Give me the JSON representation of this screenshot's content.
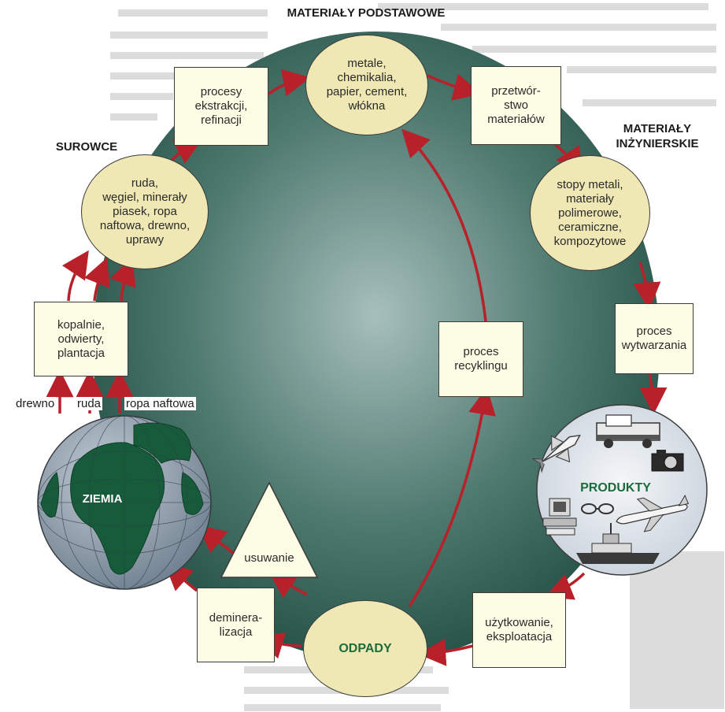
{
  "headers": {
    "base_materials": "MATERIAŁY PODSTAWOWE",
    "raw_materials": "SUROWCE",
    "engineering_materials": "MATERIAŁY\nINŻYNIERSKIE"
  },
  "nodes": {
    "base_materials": "metale,\nchemikalia,\npapier, cement,\nwłókna",
    "extraction": "procesy\nekstrakcji,\nrefinacji",
    "processing": "przetwór-\nstwo\nmateriałów",
    "engineering": "stopy metali,\nmateriały\npolimerowe,\nceramiczne,\nkompozytowe",
    "manufacturing": "proces\nwytwarzania",
    "products": "PRODUKTY",
    "usage": "użytkowanie,\neksploatacja",
    "waste": "ODPADY",
    "demineralization": "deminera-\nlizacja",
    "disposal": "usuwanie",
    "recycling": "proces\nrecyklingu",
    "raw_materials": "ruda,\nwęgiel, minerały\npiasek, ropa\nnaftowa, drewno,\nuprawy",
    "mines": "kopalnie,\nodwierty,\nplantacja",
    "earth": "ZIEMIA"
  },
  "raw_labels": {
    "wood": "drewno",
    "ore": "ruda",
    "oil": "ropa naftowa"
  },
  "colors": {
    "arrow": "#b8202a",
    "center_light": "#a7bfbc",
    "center_dark": "#1f4b40",
    "ellipse_fill": "#efe8b4",
    "box_fill": "#fdfde6",
    "earth_ocean": "#9aa9b6",
    "earth_land": "#165c3a"
  },
  "icons": [
    "space-shuttle-icon",
    "pickup-truck-icon",
    "camera-icon",
    "computer-icon",
    "glasses-icon",
    "airplane-icon",
    "ship-icon"
  ]
}
